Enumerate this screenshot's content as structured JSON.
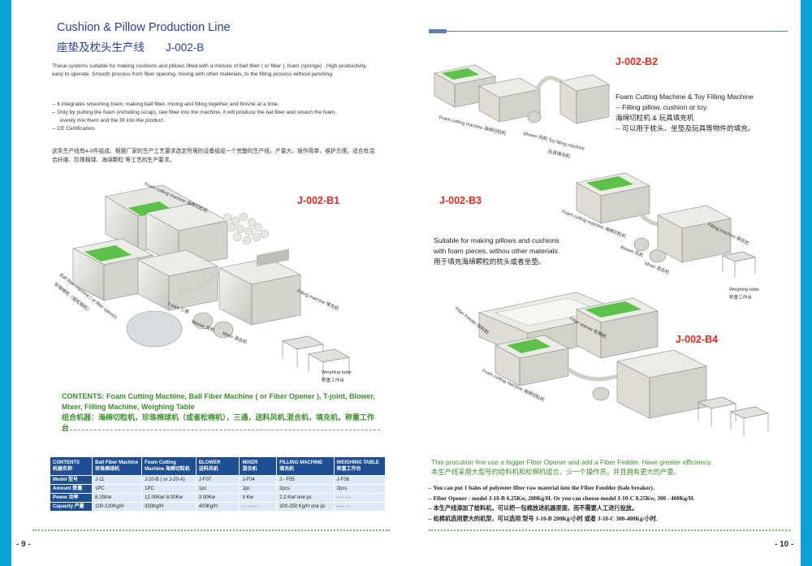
{
  "page_left": {
    "title_en": "Cushion & Pillow Production Line",
    "title_cn": "座垫及枕头生产线",
    "title_code": "J-002-B",
    "intro": "These systems suitable for making cushions and pillows filled with a mixture of ball fiber ( or fiber ), foam (sponge) . High productivity, easy to operate. Smooth process from fiber opening, mixing with other materials, to the filling process without jamming.",
    "bullets": [
      "-- It integrates smashing foam, making ball fiber, mixing and filling together and finishe at a time.",
      "-- Only by putting the foam (including scrap), raw fiber  into the machine, it will produce the bal fiber and smash the foam,",
      "evenly mix them and the fill into the product.",
      "-- CE Certification."
    ],
    "cn_intro": "这条生产线有4-9件组成。根据厂家的生产工艺要求选定所需的设备组成一个完整的生产线。产量大，操作简单，维护方便。适合有混合纤维、珍珠棉球、海绵颗粒 等工艺的生产要求。",
    "b1_code": "J-002-B1",
    "b1_labels": {
      "foam_cutting": "Foam cutting machine  海绵切粒机",
      "ball_fiber": "Ball fiber machine ( or fiber opener)",
      "ball_fiber_cn": "珍珠棉机（或松棉机）",
      "t_joint": "T-joint 三通",
      "blower": "Blower 风机",
      "mixer": "Mixer 混合机",
      "filling": "Filling machine 填充机",
      "weighing": "Weighing table",
      "weighing_cn": "称重工作台"
    },
    "contents_en": "CONTENTS: Foam Cutting Machine, Ball Fiber Machine ( or Fiber Opener ), T-joint, Blower, Mixer, Filling Machine, Weighing Table",
    "contents_cn": "组合机器：海绵切粒机，珍珠棉球机（或者松棉机），三通，送料风机,混合机，填充机，称重工作台",
    "table": {
      "headers": [
        {
          "en": "CONTENTS",
          "cn": "机器名称"
        },
        {
          "en": "Ball Fiber Machine",
          "cn": "珍珠棉球机"
        },
        {
          "en": "Foam Cutting",
          "cn": "Machine 海绵切粒机"
        },
        {
          "en": "BLOWER",
          "cn": "送料风机"
        },
        {
          "en": "MIXER",
          "cn": "混合机"
        },
        {
          "en": "FILLING MACHINE",
          "cn": "填充机"
        },
        {
          "en": "WEIGHING TABLE",
          "cn": "称重工作台"
        }
      ],
      "rows": [
        {
          "label": "Model 型号",
          "cells": [
            "J-11",
            "J-20-B ( or J-20-A)",
            "J-F07",
            "J-F04",
            "J - F05",
            "J-F06"
          ]
        },
        {
          "label": "Amount 数量",
          "cells": [
            "1PC",
            "1PC",
            "1pc",
            "1pc",
            "2pcs",
            "2pcs"
          ]
        },
        {
          "label": "Power 功率",
          "cells": [
            "8.25Kw",
            "12.00Kw/ 8.00Kw",
            "3.00Kw",
            "3 Kw",
            "2.2 Kw/ one pc",
            "- - - - -"
          ]
        },
        {
          "label": "Capacity 产量",
          "cells": [
            "100-120Kg/H",
            "350Kg/H",
            "400Kg/H",
            "- - - - - -",
            "200-250 Kg/H  one pc",
            "- - - - -"
          ]
        }
      ]
    },
    "page_number": "- 9 -"
  },
  "page_right": {
    "b2_code": "J-002-B2",
    "b2_desc": [
      "Foam Cutting Machine & Toy Filling Machine",
      "-- Filling pillow, cushion or toy.",
      "海绵切粒机 & 玩具填充机",
      "-- 可以用于枕头、坐垫及玩具等物件的填充。"
    ],
    "b2_labels": {
      "foam_cutting": "Foam cutting machine 海绵切粒机",
      "blower": "Blower 风机",
      "toy_filling": "Toy filling machine",
      "toy_filling_cn": "玩具填充机"
    },
    "b3_code": "J-002-B3",
    "b3_desc": [
      "Suitable for making pillows and cushions",
      "with foam pieces, withou other materials.",
      "用于填充海绵颗粒的枕头或者坐垫。"
    ],
    "b3_labels": {
      "foam_cutting": "Foam cutting machine 海绵切粒机",
      "blower": "Blower 风机",
      "mixer": "Mixer 混合机",
      "filling": "Filling machine 填充机",
      "weighing": "Weighing table",
      "weighing_cn": "称重工作台"
    },
    "b4_code": "J-002-B4",
    "b4_labels": {
      "fiber_feeder": "Fiber Feeder 给料机",
      "fiber_opener": "Fiber opener 松棉机",
      "foam_cutting": "Foam cutting machine 海绵切粒机"
    },
    "green_note_en": "This procution line use a bigger Fiber Opener and add a Fiber Fedder. Have greater efficiency.",
    "green_note_cn": "本生产线采用大型号的给料机和松棉机组合。少一个操作员，并且拥有更大的产量。",
    "notes": [
      "-- You can put 1  bales of polyester fiber raw material into the Fiber Feedder (bale breaker).",
      "-- Fiber Opener : model J-10-B   6.25Kw, 200Kg/H. Or you can choose  model J-10-C  8.25Kw, 300 - 400Kg/H.",
      "-- 本生产线添加了给料机，可以把一包棉放进机器里面，而不需要人工进行投放。",
      "-- 松棉机选用更大的机型，可以选用  型号  J-10-B 200Kg/小时  或者  J-10-C 300-400Kg/小时."
    ],
    "page_number": "- 10 -"
  },
  "colors": {
    "accent_cyan": "#0aa5d6",
    "title_blue": "#2a3f9a",
    "code_red": "#e32a1c",
    "contents_green": "#3a8f2a",
    "table_header": "#1e4f95",
    "table_cell": "#dde9f6"
  }
}
